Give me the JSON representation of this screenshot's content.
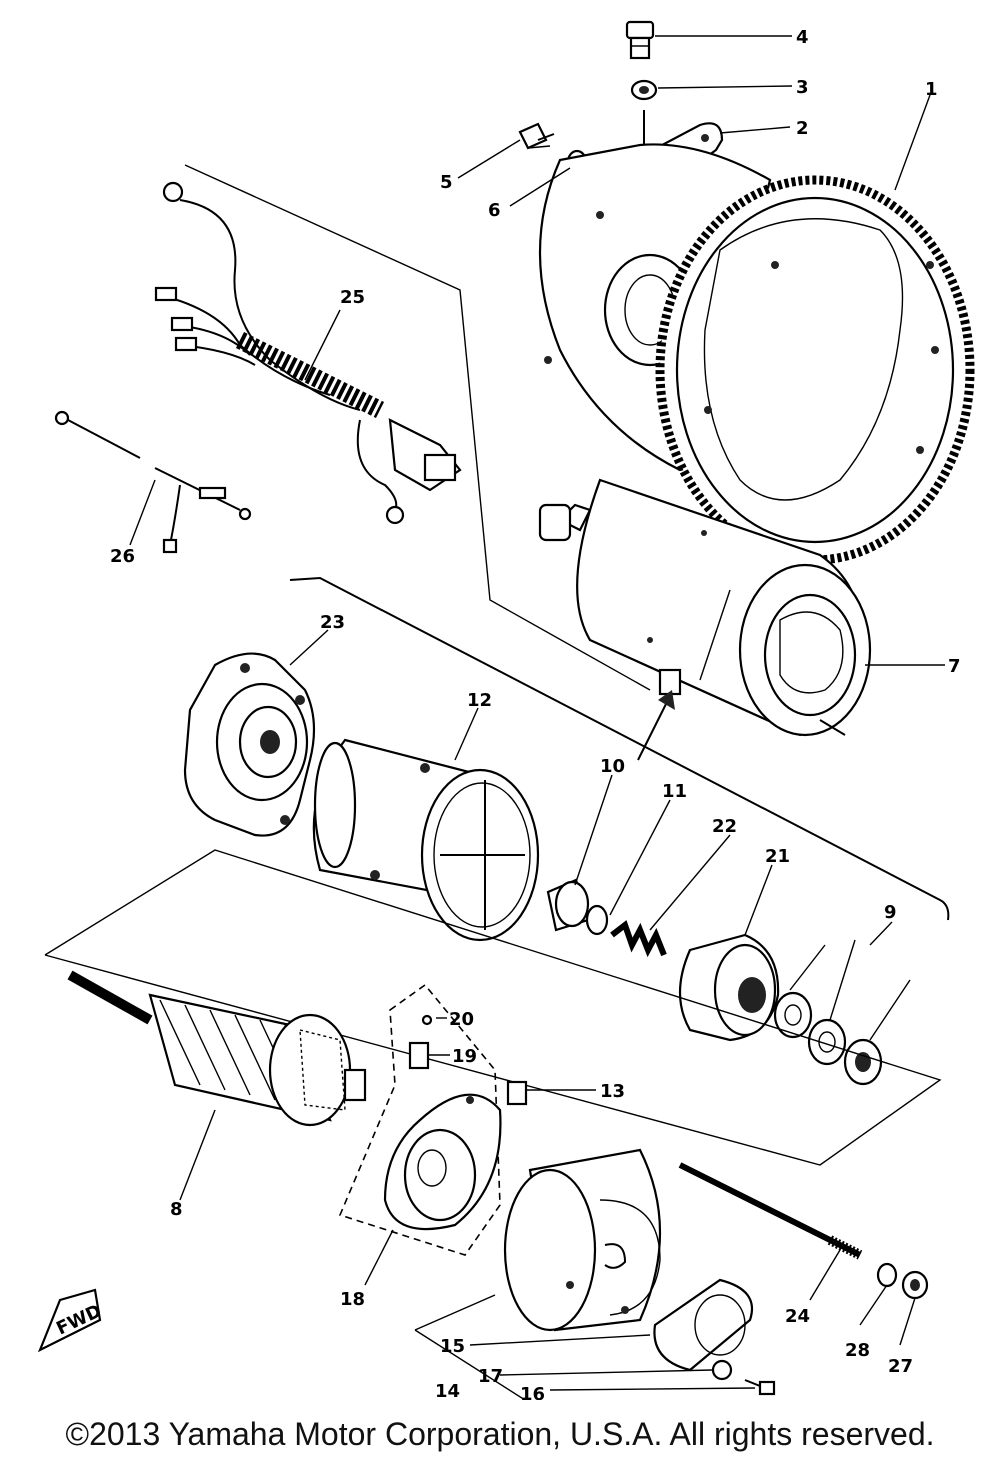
{
  "callouts": {
    "c1": "1",
    "c2": "2",
    "c3": "3",
    "c4": "4",
    "c5": "5",
    "c6": "6",
    "c7": "7",
    "c8": "8",
    "c9": "9",
    "c10": "10",
    "c11": "11",
    "c12": "12",
    "c13": "13",
    "c14": "14",
    "c15": "15",
    "c16": "16",
    "c17": "17",
    "c18": "18",
    "c19": "19",
    "c20": "20",
    "c21": "21",
    "c22": "22",
    "c23": "23",
    "c24": "24",
    "c25": "25",
    "c26": "26",
    "c27": "27",
    "c28": "28"
  },
  "fwd_label": "FWD",
  "copyright": "©2013 Yamaha Motor Corporation, U.S.A. All rights reserved."
}
